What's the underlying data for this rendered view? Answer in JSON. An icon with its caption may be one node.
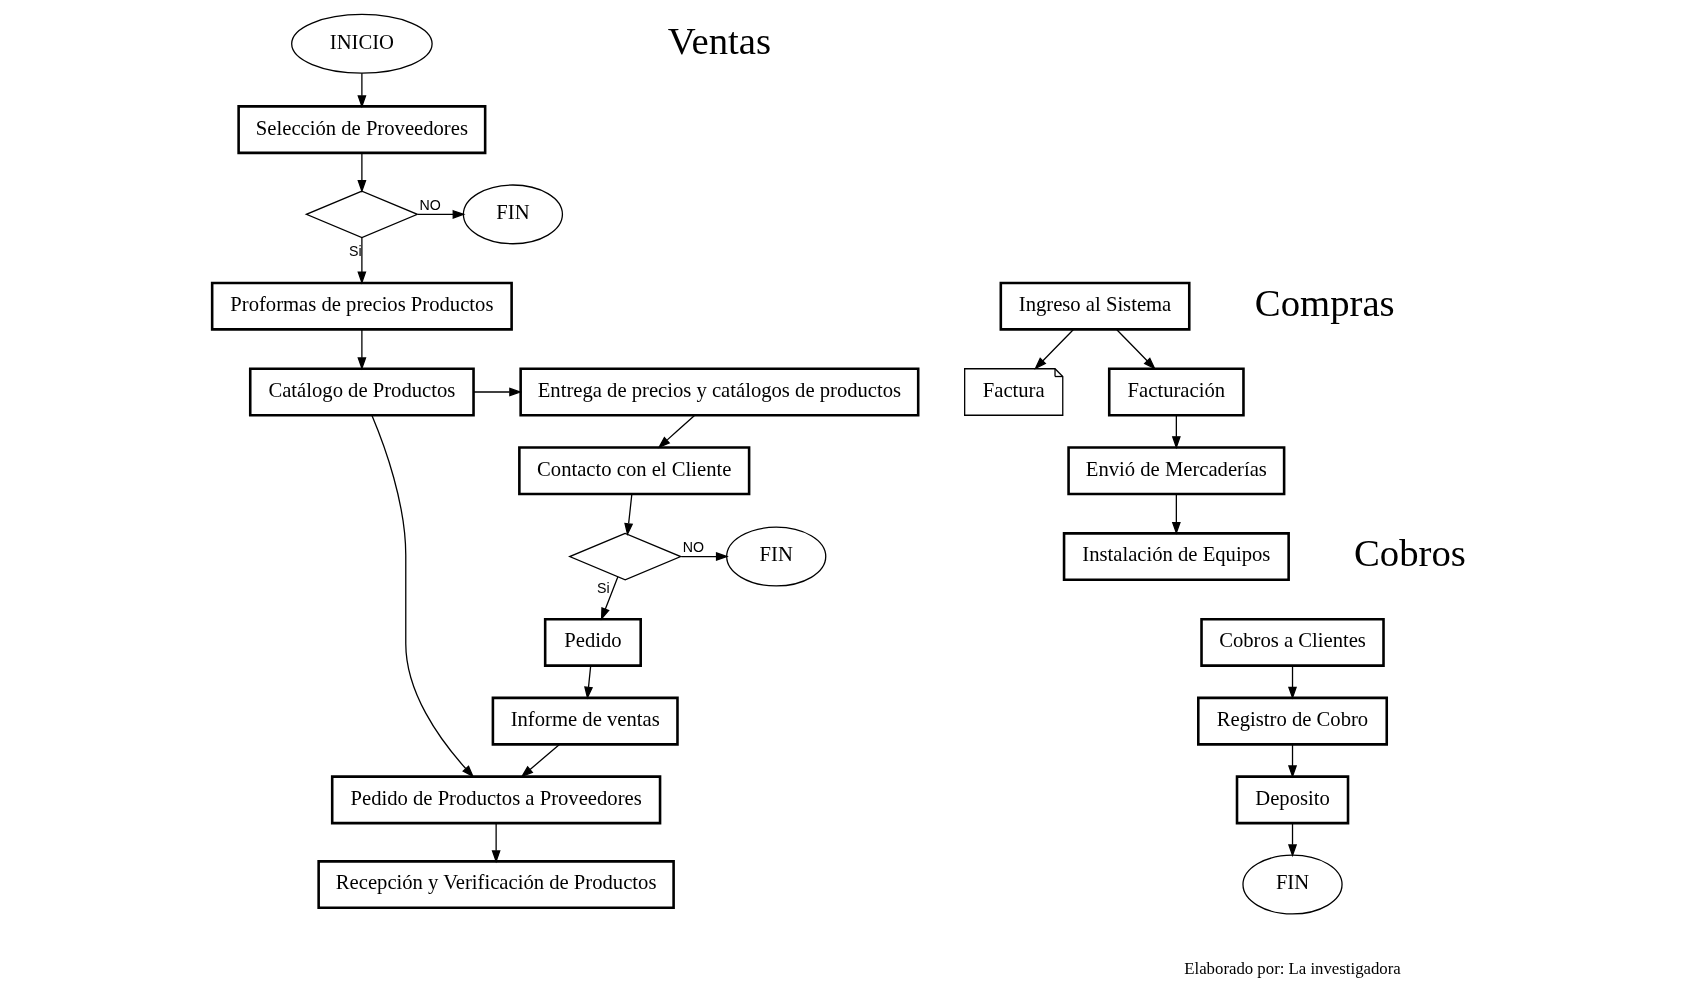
{
  "diagram": {
    "nodes": [
      {
        "text": [
          "INICIO"
        ]
      },
      {
        "text": [
          "Selección de Proveedores"
        ]
      },
      {
        "text": [],
        "shape": "diamond"
      },
      {
        "text": [
          "FIN"
        ]
      },
      {
        "text": [
          "Proformas de precios Productos"
        ]
      },
      {
        "text": [
          "Catálogo de Productos"
        ]
      },
      {
        "text": [
          "Pedido de Productos a Proveedores"
        ]
      },
      {
        "text": [
          "Recepción y Verificación de Productos"
        ]
      },
      {
        "text": [
          "Factura"
        ]
      },
      {
        "text": [
          "Entrega de precios y catálogos de productos"
        ]
      },
      {
        "text": [
          "Contacto con el Cliente"
        ]
      },
      {
        "text": [],
        "shape": "diamond"
      },
      {
        "text": [
          "FIN"
        ]
      },
      {
        "text": [
          "Pedido"
        ]
      },
      {
        "text": [
          "Informe de ventas"
        ]
      },
      {
        "text": [
          "Ingreso al Sistema"
        ]
      },
      {
        "text": [
          "Facturación"
        ]
      },
      {
        "text": [
          "Envió de Mercaderías"
        ]
      },
      {
        "text": [
          "Instalación de Equipos"
        ]
      },
      {
        "text": [
          "Cobros a Clientes"
        ]
      },
      {
        "text": [
          "Registro de Cobro"
        ]
      },
      {
        "text": [
          "Deposito"
        ]
      },
      {
        "text": [
          "FIN"
        ]
      }
    ],
    "edges": [
      {
        "from": 0,
        "to": 1,
        "arrow": "to"
      },
      {
        "from": 1,
        "to": 2,
        "arrow": "to"
      },
      {
        "from": 2,
        "to": 3,
        "arrow": "to",
        "label": "NO"
      },
      {
        "from": 2,
        "to": 4,
        "arrow": "to",
        "label": "Si"
      },
      {
        "from": 4,
        "to": 5,
        "arrow": "to"
      },
      {
        "from": 5,
        "to": 6,
        "arrow": "to"
      },
      {
        "from": 6,
        "to": 7,
        "arrow": "to"
      },
      {
        "from": 5,
        "to": 9,
        "arrow": "to"
      },
      {
        "from": 9,
        "to": 10,
        "arrow": "to"
      },
      {
        "from": 10,
        "to": 11,
        "arrow": "to"
      },
      {
        "from": 11,
        "to": 12,
        "arrow": "to",
        "label": "NO"
      },
      {
        "from": 11,
        "to": 13,
        "arrow": "to",
        "label": "Si"
      },
      {
        "from": 13,
        "to": 14,
        "arrow": "to"
      },
      {
        "from": 14,
        "to": 6,
        "arrow": "to"
      },
      {
        "from": 15,
        "to": 8,
        "arrow": "to"
      },
      {
        "from": 15,
        "to": 16,
        "arrow": "to"
      },
      {
        "from": 16,
        "to": 17,
        "arrow": "to"
      },
      {
        "from": 17,
        "to": 18,
        "arrow": "to"
      },
      {
        "from": 19,
        "to": 20,
        "arrow": "to"
      },
      {
        "from": 20,
        "to": 21,
        "arrow": "to"
      },
      {
        "from": 21,
        "to": 22,
        "arrow": "to"
      }
    ],
    "labels": [
      "Ventas",
      "Compras",
      "Cobros",
      "Elaborado por: La investigadora"
    ]
  }
}
